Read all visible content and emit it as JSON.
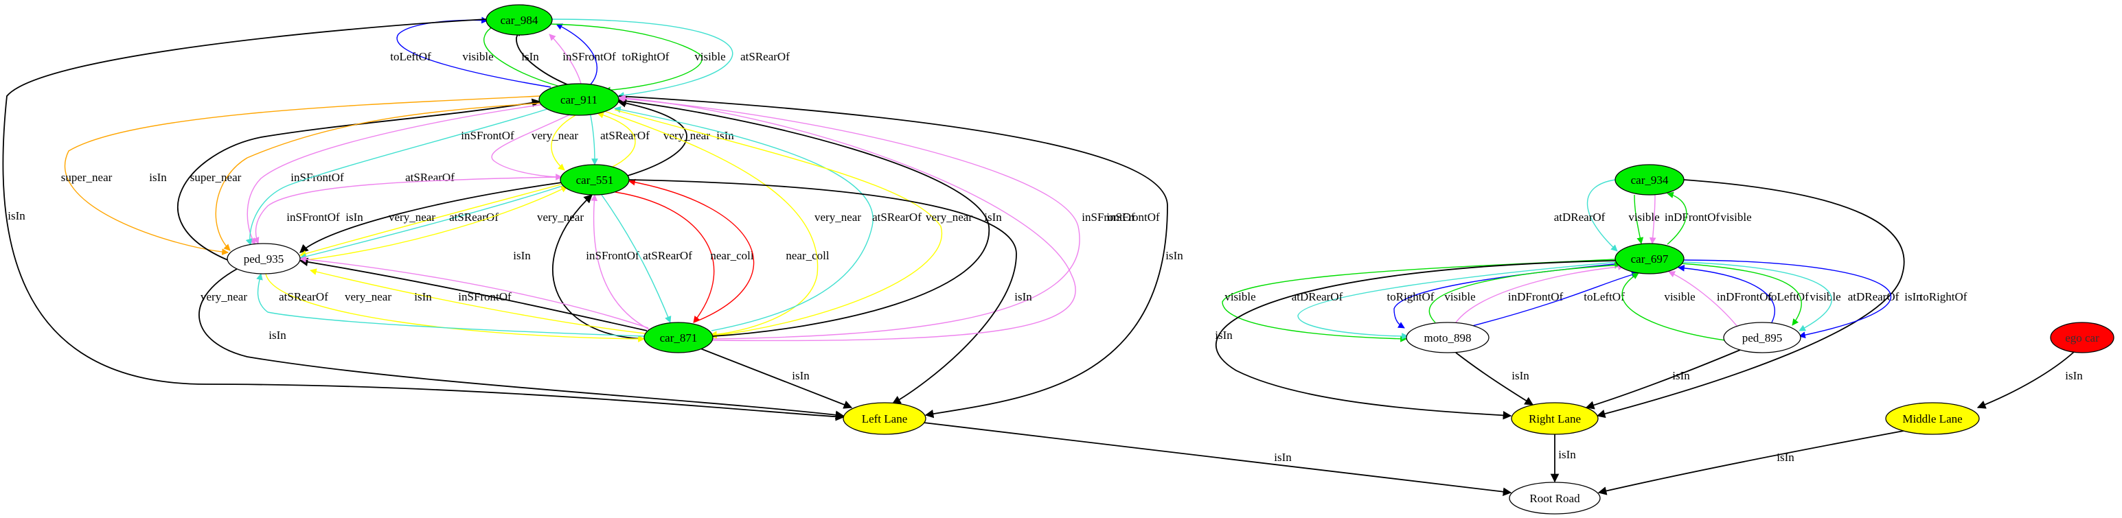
{
  "graph": {
    "nodes": [
      {
        "id": "car_984",
        "label": "car_984",
        "fill": "#00ee00"
      },
      {
        "id": "car_911",
        "label": "car_911",
        "fill": "#00ee00"
      },
      {
        "id": "car_551",
        "label": "car_551",
        "fill": "#00ee00"
      },
      {
        "id": "ped_935",
        "label": "ped_935",
        "fill": "#ffffff"
      },
      {
        "id": "car_871",
        "label": "car_871",
        "fill": "#00ee00"
      },
      {
        "id": "left_lane",
        "label": "Left Lane",
        "fill": "#ffff00"
      },
      {
        "id": "car_934",
        "label": "car_934",
        "fill": "#00ee00"
      },
      {
        "id": "car_697",
        "label": "car_697",
        "fill": "#00ee00"
      },
      {
        "id": "moto_898",
        "label": "moto_898",
        "fill": "#ffffff"
      },
      {
        "id": "ped_895",
        "label": "ped_895",
        "fill": "#ffffff"
      },
      {
        "id": "right_lane",
        "label": "Right Lane",
        "fill": "#ffff00"
      },
      {
        "id": "ego_car",
        "label": "ego car",
        "fill": "#ff0000"
      },
      {
        "id": "middle_lane",
        "label": "Middle Lane",
        "fill": "#ffff00"
      },
      {
        "id": "root_road",
        "label": "Root Road",
        "fill": "#ffffff"
      }
    ],
    "edges": [
      {
        "from": "car_911",
        "to": "car_984",
        "label": "toLeftOf",
        "color": "#0000ff"
      },
      {
        "from": "car_911",
        "to": "car_984",
        "label": "visible",
        "color": "#00dd00"
      },
      {
        "from": "car_911",
        "to": "car_984",
        "label": "isIn",
        "color": "#000000"
      },
      {
        "from": "car_911",
        "to": "car_984",
        "label": "inSFrontOf",
        "color": "#ee82ee"
      },
      {
        "from": "car_911",
        "to": "car_984",
        "label": "toRightOf",
        "color": "#0000ff"
      },
      {
        "from": "car_984",
        "to": "car_911",
        "label": "visible",
        "color": "#00dd00"
      },
      {
        "from": "car_984",
        "to": "car_911",
        "label": "atSRearOf",
        "color": "#40e0d0"
      },
      {
        "from": "car_984",
        "to": "left_lane",
        "label": "isIn",
        "color": "#000000"
      },
      {
        "from": "car_911",
        "to": "ped_935",
        "label": "super_near",
        "color": "#ffa500"
      },
      {
        "from": "ped_935",
        "to": "car_911",
        "label": "isIn",
        "color": "#000000"
      },
      {
        "from": "car_911",
        "to": "ped_935",
        "label": "super_near",
        "color": "#ffa500"
      },
      {
        "from": "car_911",
        "to": "ped_935",
        "label": "inSFrontOf",
        "color": "#ee82ee"
      },
      {
        "from": "car_911",
        "to": "ped_935",
        "label": "atSRearOf",
        "color": "#40e0d0"
      },
      {
        "from": "car_911",
        "to": "car_551",
        "label": "inSFrontOf",
        "color": "#ee82ee"
      },
      {
        "from": "car_911",
        "to": "car_551",
        "label": "very_near",
        "color": "#ffff00"
      },
      {
        "from": "car_911",
        "to": "car_551",
        "label": "atSRearOf",
        "color": "#40e0d0"
      },
      {
        "from": "car_551",
        "to": "car_911",
        "label": "very_near",
        "color": "#ffff00"
      },
      {
        "from": "car_551",
        "to": "car_911",
        "label": "isIn",
        "color": "#000000"
      },
      {
        "from": "car_911",
        "to": "car_871",
        "label": "very_near",
        "color": "#ffff00"
      },
      {
        "from": "car_871",
        "to": "car_911",
        "label": "atSRearOf",
        "color": "#40e0d0"
      },
      {
        "from": "car_911",
        "to": "car_871",
        "label": "very_near",
        "color": "#ffff00"
      },
      {
        "from": "car_871",
        "to": "car_911",
        "label": "isIn",
        "color": "#000000"
      },
      {
        "from": "car_871",
        "to": "car_911",
        "label": "inSFrontOf",
        "color": "#ee82ee"
      },
      {
        "from": "car_911",
        "to": "left_lane",
        "label": "isIn",
        "color": "#000000"
      },
      {
        "from": "car_551",
        "to": "ped_935",
        "label": "inSFrontOf",
        "color": "#ee82ee"
      },
      {
        "from": "car_551",
        "to": "ped_935",
        "label": "isIn",
        "color": "#000000"
      },
      {
        "from": "car_551",
        "to": "ped_935",
        "label": "very_near",
        "color": "#ffff00"
      },
      {
        "from": "car_551",
        "to": "ped_935",
        "label": "atSRearOf",
        "color": "#40e0d0"
      },
      {
        "from": "ped_935",
        "to": "car_551",
        "label": "very_near",
        "color": "#ffff00"
      },
      {
        "from": "car_871",
        "to": "car_551",
        "label": "isIn",
        "color": "#000000"
      },
      {
        "from": "car_871",
        "to": "car_551",
        "label": "inSFrontOf",
        "color": "#ee82ee"
      },
      {
        "from": "car_551",
        "to": "car_871",
        "label": "atSRearOf",
        "color": "#40e0d0"
      },
      {
        "from": "car_551",
        "to": "car_871",
        "label": "near_coll",
        "color": "#ff0000"
      },
      {
        "from": "car_871",
        "to": "car_551",
        "label": "near_coll",
        "color": "#ff0000"
      },
      {
        "from": "car_551",
        "to": "left_lane",
        "label": "isIn",
        "color": "#000000"
      },
      {
        "from": "ped_935",
        "to": "car_871",
        "label": "very_near",
        "color": "#ffff00"
      },
      {
        "from": "car_871",
        "to": "ped_935",
        "label": "atSRearOf",
        "color": "#40e0d0"
      },
      {
        "from": "car_871",
        "to": "ped_935",
        "label": "very_near",
        "color": "#ffff00"
      },
      {
        "from": "car_871",
        "to": "ped_935",
        "label": "isIn",
        "color": "#000000"
      },
      {
        "from": "car_871",
        "to": "ped_935",
        "label": "inSFrontOf",
        "color": "#ee82ee"
      },
      {
        "from": "ped_935",
        "to": "left_lane",
        "label": "isIn",
        "color": "#000000"
      },
      {
        "from": "car_871",
        "to": "left_lane",
        "label": "isIn",
        "color": "#000000"
      },
      {
        "from": "car_871",
        "to": "car_911",
        "label": "inSFrontOf",
        "color": "#ee82ee"
      },
      {
        "from": "left_lane",
        "to": "root_road",
        "label": "isIn",
        "color": "#000000"
      },
      {
        "from": "car_934",
        "to": "car_697",
        "label": "atDRearOf",
        "color": "#40e0d0"
      },
      {
        "from": "car_934",
        "to": "car_697",
        "label": "visible",
        "color": "#00dd00"
      },
      {
        "from": "car_934",
        "to": "car_697",
        "label": "inDFrontOf",
        "color": "#ee82ee"
      },
      {
        "from": "car_697",
        "to": "car_934",
        "label": "visible",
        "color": "#00dd00"
      },
      {
        "from": "car_934",
        "to": "right_lane",
        "label": "isIn",
        "color": "#000000"
      },
      {
        "from": "car_697",
        "to": "moto_898",
        "label": "visible",
        "color": "#00dd00"
      },
      {
        "from": "car_697",
        "to": "moto_898",
        "label": "atDRearOf",
        "color": "#40e0d0"
      },
      {
        "from": "car_697",
        "to": "moto_898",
        "label": "toRightOf",
        "color": "#0000ff"
      },
      {
        "from": "moto_898",
        "to": "car_697",
        "label": "visible",
        "color": "#00dd00"
      },
      {
        "from": "moto_898",
        "to": "car_697",
        "label": "inDFrontOf",
        "color": "#ee82ee"
      },
      {
        "from": "moto_898",
        "to": "car_697",
        "label": "toLeftOf",
        "color": "#0000ff"
      },
      {
        "from": "ped_895",
        "to": "car_697",
        "label": "visible",
        "color": "#00dd00"
      },
      {
        "from": "ped_895",
        "to": "car_697",
        "label": "inDFrontOf",
        "color": "#ee82ee"
      },
      {
        "from": "ped_895",
        "to": "car_697",
        "label": "toLeftOf",
        "color": "#0000ff"
      },
      {
        "from": "car_697",
        "to": "ped_895",
        "label": "visible",
        "color": "#00dd00"
      },
      {
        "from": "car_697",
        "to": "ped_895",
        "label": "atDRearOf",
        "color": "#40e0d0"
      },
      {
        "from": "car_697",
        "to": "ped_895",
        "label": "toRightOf",
        "color": "#0000ff"
      },
      {
        "from": "car_697",
        "to": "right_lane",
        "label": "isIn",
        "color": "#000000"
      },
      {
        "from": "moto_898",
        "to": "right_lane",
        "label": "isIn",
        "color": "#000000"
      },
      {
        "from": "ped_895",
        "to": "right_lane",
        "label": "isIn",
        "color": "#000000"
      },
      {
        "from": "right_lane",
        "to": "root_road",
        "label": "isIn",
        "color": "#000000"
      },
      {
        "from": "ego_car",
        "to": "middle_lane",
        "label": "isIn",
        "color": "#000000"
      },
      {
        "from": "middle_lane",
        "to": "root_road",
        "label": "isIn",
        "color": "#000000"
      }
    ]
  }
}
